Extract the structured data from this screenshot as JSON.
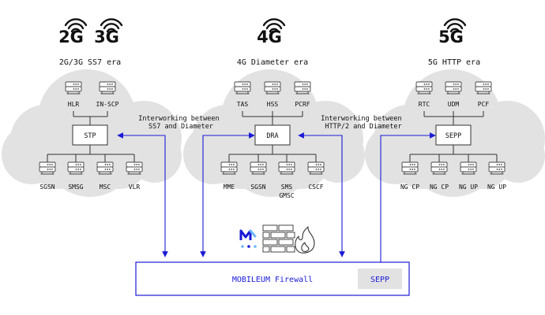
{
  "colors": {
    "cloud": "#e2e2e2",
    "line": "#333333",
    "blue": "#1a1ad6",
    "sepp_fill": "#e2e2e2"
  },
  "eras": {
    "e2g3g": {
      "gen_labels": [
        "2G",
        "3G"
      ],
      "era_label": "2G/3G SS7 era",
      "top_nodes": [
        "HLR",
        "IN-SCP"
      ],
      "hub": "STP",
      "bottom_nodes": [
        "SGSN",
        "SMSG",
        "MSC",
        "VLR"
      ]
    },
    "e4g": {
      "gen_labels": [
        "4G"
      ],
      "era_label": "4G Diameter era",
      "top_nodes": [
        "TAS",
        "HSS",
        "PCRF"
      ],
      "hub": "DRA",
      "bottom_nodes": [
        "MME",
        "SGSN",
        "SMS\nGMSC",
        "CSCF"
      ]
    },
    "e5g": {
      "gen_labels": [
        "5G"
      ],
      "era_label": "5G HTTP era",
      "top_nodes": [
        "RTC",
        "UDM",
        "PCF"
      ],
      "hub": "SEPP",
      "bottom_nodes": [
        "NG CP",
        "NG CP",
        "NG UP",
        "NG UP"
      ]
    }
  },
  "notes": {
    "ss7_diameter": "Interworking between\nSS7 and Diameter",
    "http2_diameter": "Interworking between\nHTTP/2 and Diameter"
  },
  "firewall": {
    "label": "MOBILEUM Firewall",
    "sepp": "SEPP"
  },
  "icons": {
    "server": "server-icon",
    "signal": "wifi-signal-icon",
    "logo": "mobileum-logo-icon",
    "brick_wall": "brick-wall-icon",
    "flame": "flame-icon"
  }
}
